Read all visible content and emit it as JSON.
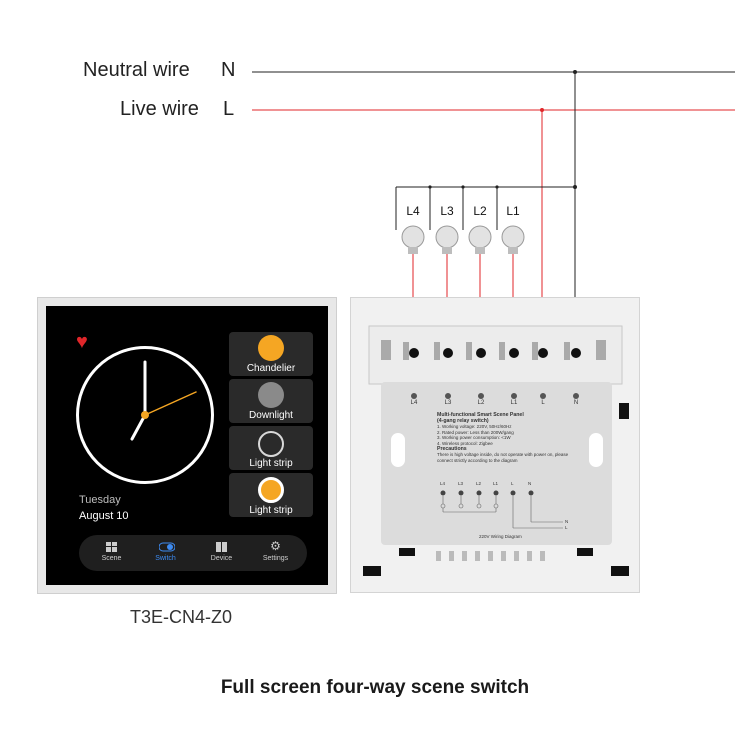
{
  "wires": {
    "neutral_label": "Neutral wire",
    "neutral_letter": "N",
    "live_label": "Live wire",
    "live_letter": "L",
    "neutral_color": "#222222",
    "live_color": "#e0262a"
  },
  "loads": [
    "L4",
    "L3",
    "L2",
    "L1"
  ],
  "panel": {
    "date_day": "Tuesday",
    "date_md": "August 10",
    "tiles": [
      {
        "label": "Chandelier",
        "state": "on"
      },
      {
        "label": "Downlight",
        "state": "off"
      },
      {
        "label": "Light strip",
        "state": "off"
      },
      {
        "label": "Light strip",
        "state": "on"
      }
    ],
    "nav": [
      {
        "label": "Scene",
        "icon": "grid-icon"
      },
      {
        "label": "Switch",
        "icon": "toggle-icon",
        "active": true
      },
      {
        "label": "Device",
        "icon": "device-icon"
      },
      {
        "label": "Settings",
        "icon": "gear-icon"
      }
    ],
    "accent": "#f5a623",
    "nav_active_color": "#3d8bf2"
  },
  "back": {
    "terminals": [
      "L4",
      "L3",
      "L2",
      "L1",
      "L",
      "N"
    ],
    "title": "Multi-functional Smart Scene Panel",
    "subtitle": "(4-gang relay switch)",
    "specs": [
      "1. Working voltage: 220V, 50Hz/60Hz",
      "2. Rated power: Less than 200W/gang",
      "3. Working power consumption: <1W",
      "4. Wireless protocol: Zigbee"
    ],
    "precautions_title": "Precautions",
    "precautions_text": "There is high voltage inside, do not operate with power on, please connect strictly according to the diagram",
    "mini_terminals": [
      "L4",
      "L3",
      "L2",
      "L1",
      "L",
      "N"
    ],
    "mini_n": "N",
    "mini_l": "L",
    "wiring_caption": "220V Wiring Diagram"
  },
  "model": "T3E-CN4-Z0",
  "caption": "Full screen four-way scene switch"
}
